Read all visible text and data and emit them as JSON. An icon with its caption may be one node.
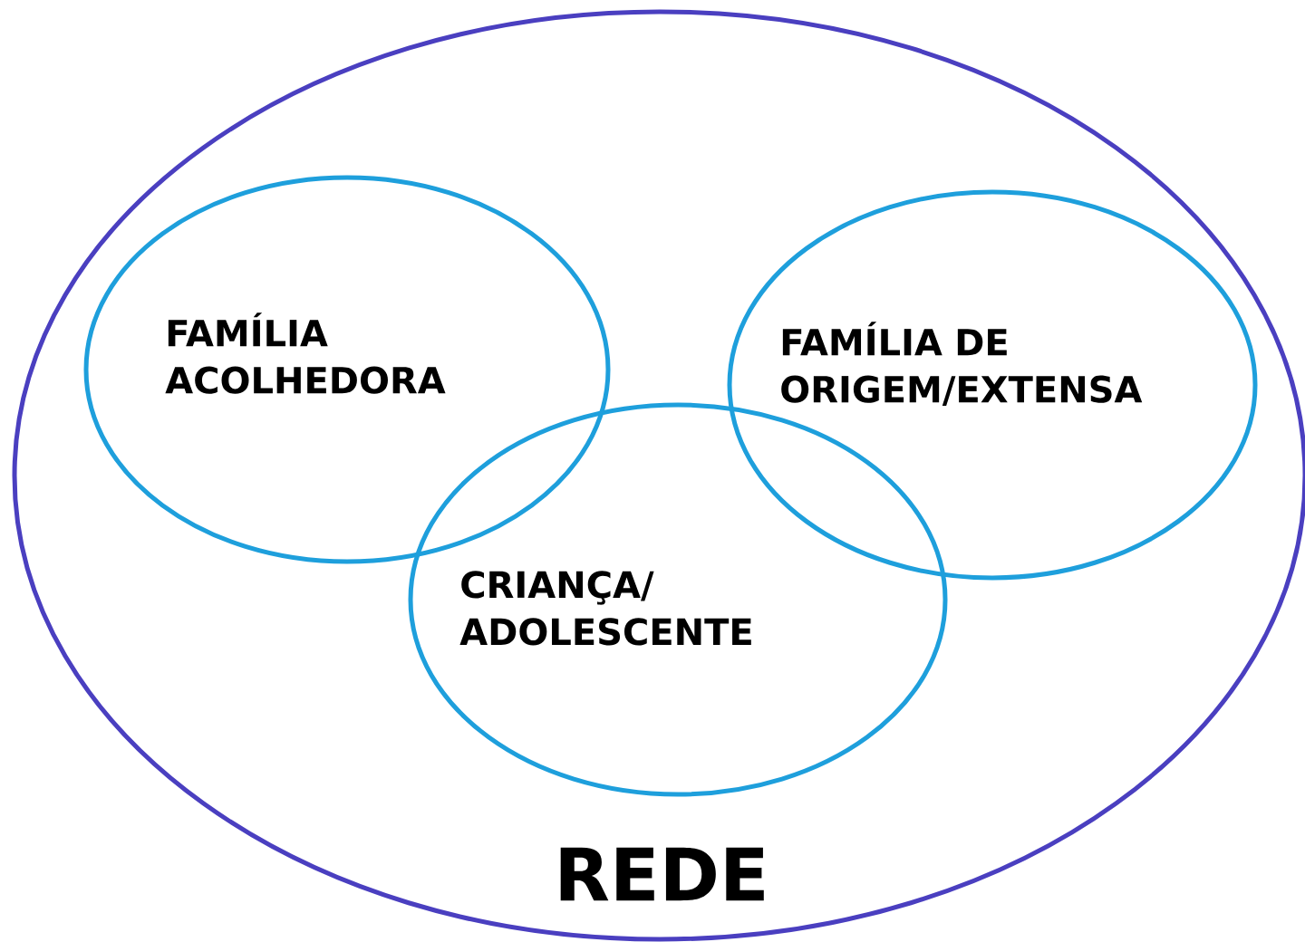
{
  "diagram": {
    "nodes": [
      {
        "text": [
          "REDE"
        ]
      },
      {
        "text": [
          "FAMÍLIA ACOLHEDORA"
        ],
        "in": 0
      },
      {
        "text": [
          "FAMÍLIA DE ORIGEM/EXTENSA"
        ],
        "in": 0
      },
      {
        "text": [
          "CRIANÇA/ ADOLESCENTE"
        ],
        "in": 0
      }
    ]
  }
}
